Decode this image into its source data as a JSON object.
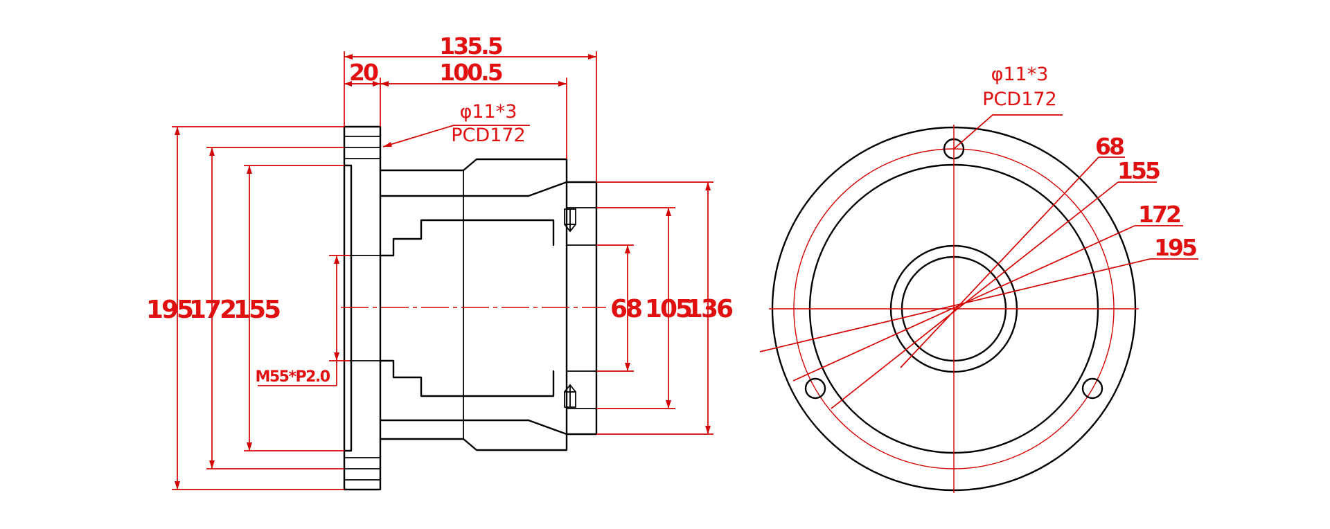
{
  "colors": {
    "outline": "#000000",
    "dimension": "#e01010",
    "background": "#ffffff"
  },
  "side_view": {
    "overall_length": "135.5",
    "flange_thickness": "20",
    "body_length": "100.5",
    "hole_note_size": "φ11*3",
    "hole_note_pcd": "PCD172",
    "dia_195": "195",
    "dia_172": "172",
    "dia_155": "155",
    "dia_68": "68",
    "dia_105": "105",
    "dia_136": "136",
    "thread": "M55*P2.0"
  },
  "front_view": {
    "hole_note_size": "φ11*3",
    "hole_note_pcd": "PCD172",
    "dia_68": "68",
    "dia_155": "155",
    "dia_172": "172",
    "dia_195": "195"
  }
}
